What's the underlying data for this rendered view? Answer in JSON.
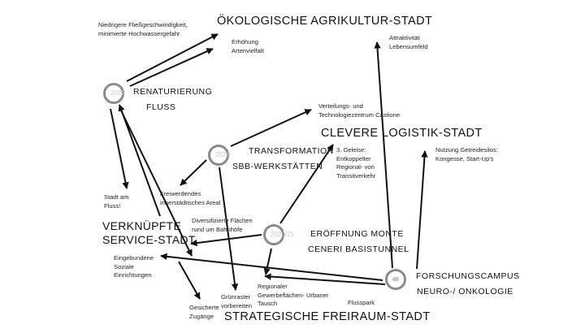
{
  "cities": {
    "oeko": "ÖKOLOGISCHE AGRIKULTUR-STADT",
    "logistik": "CLEVERE LOGISTIK-STADT",
    "service_line1": "VERKNÜPFTE",
    "service_line2": "SERVICE-STADT",
    "freiraum": "STRATEGISCHE FREIRAUM-STADT"
  },
  "events": [
    {
      "id": "renaturierung",
      "year": "2022",
      "line1": "RENATURIERUNG",
      "line2": "FLUSS"
    },
    {
      "id": "transformation",
      "year": "2026",
      "line1": "TRANSFORMATION",
      "line2": "SBB-WERKSTÄTTEN"
    },
    {
      "id": "monte",
      "year": "2020/21",
      "line1": "ERÖFFNUNG MONTE",
      "line2": "CENERI BASISTUNNEL"
    },
    {
      "id": "forschung",
      "year": "",
      "line1": "FORSCHUNGSCAMPUS",
      "line2": "NEURO-/ ONKOLOGIE"
    }
  ],
  "notes": {
    "fliess_1": "Niedrigere Fließgeschwindigkeit,",
    "fliess_2": "minimierte Hochwassergefahr",
    "arten_1": "Erhöhung",
    "arten_2": "Artenvielfalt",
    "attrakt_1": "Attraktivität",
    "attrakt_2": "Lebensumfeld",
    "verteil_1": "Verteilungs- und",
    "verteil_2": "Technologiezentrum Castione",
    "gleise_1": "3. Geleise:",
    "gleise_2": "Entkoppelter",
    "gleise_3": "Regional- von",
    "gleise_4": "Transitverkehr",
    "getreide_1": "Nutzung Getreidesilos:",
    "getreide_2": "Kongesse, Start-Up's",
    "stadt_1": "Stadt am",
    "stadt_2": "Fluss!",
    "areal_1": "Freiwerdendes",
    "areal_2": "innerstädtisches Areal",
    "bahn_1": "Diversifizierte Flächen",
    "bahn_2": "rund um Bahnhöfe",
    "einr_1": "Eingebundene",
    "einr_2": "Soziale",
    "einr_3": "Einrichtungen",
    "gruen_1": "Grünraster",
    "gruen_2": "vorbereiten",
    "gewerbe_1": "Regionaler",
    "gewerbe_2": "Gewerbeflächen- Urbaner",
    "gewerbe_3": "Tausch",
    "gewerbe_4": "Flusspark",
    "zugang_1": "Gesicherte",
    "zugang_2": "Zugänge"
  },
  "colors": {
    "ring": "#8a8a8a",
    "year_text": "#c8c8c8",
    "ink": "#111111"
  }
}
